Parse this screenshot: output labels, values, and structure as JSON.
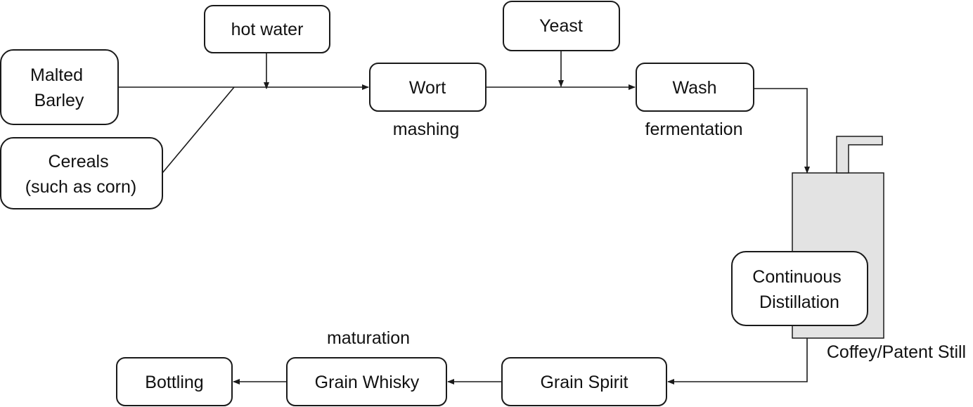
{
  "nodes": {
    "malted_barley": [
      "Malted",
      "Barley"
    ],
    "cereals": [
      "Cereals",
      "(such as corn)"
    ],
    "hot_water": "hot water",
    "wort": "Wort",
    "yeast": "Yeast",
    "wash": "Wash",
    "continuous_distillation": [
      "Continuous",
      "Distillation"
    ],
    "grain_spirit": "Grain Spirit",
    "grain_whisky": "Grain Whisky",
    "bottling": "Bottling"
  },
  "labels": {
    "mashing": "mashing",
    "fermentation": "fermentation",
    "still": "Coffey/Patent Still",
    "maturation": "maturation"
  }
}
